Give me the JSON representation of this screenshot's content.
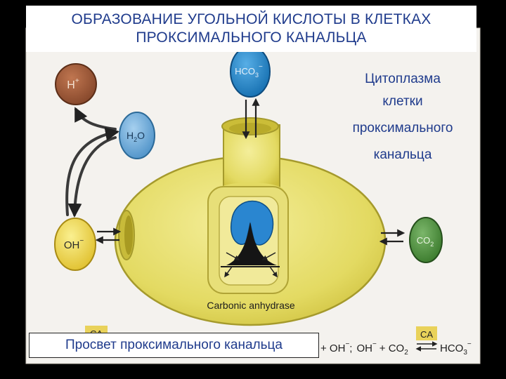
{
  "title": {
    "line1": "ОБРАЗОВАНИЕ УГОЛЬНОЙ КИСЛОТЫ В КЛЕТКАХ",
    "line2": "ПРОКСИМАЛЬНОГО КАНАЛЬЦА"
  },
  "cytoplasm_label": {
    "line1": "Цитоплазма",
    "line2": "клетки",
    "line3": "проксимального",
    "line4": "канальца"
  },
  "lumen_label": "Просвет проксимального канальца",
  "molecules": {
    "h_plus": "H",
    "h_plus_sup": "+",
    "h2o_main": "H",
    "h2o_sub": "2",
    "h2o_tail": "O",
    "oh_minus": "OH",
    "oh_minus_sup": "−",
    "hco3_main": "HCO",
    "hco3_sub": "3",
    "hco3_sup": "−",
    "co2_main": "CO",
    "co2_sub": "2"
  },
  "enzyme_label": "Carbonic anhydrase",
  "equation": {
    "ca_left": "CA",
    "part1": "+ OH",
    "minus1": "−",
    "sep": ";",
    "part2": "OH",
    "minus2": "−",
    "part3": "+ CO",
    "sub2": "2",
    "ca_right": "CA",
    "product": "HCO",
    "sub3": "3",
    "minus3": "−"
  },
  "colors": {
    "title_text": "#1f3b8c",
    "flask": "#e3da62",
    "h_plus": "#9a5636",
    "h2o": "#5aa0d4",
    "oh_minus": "#eed43a",
    "hco3": "#1e84c8",
    "co2": "#4a8a3a",
    "enzyme_blue": "#2a86d0"
  }
}
